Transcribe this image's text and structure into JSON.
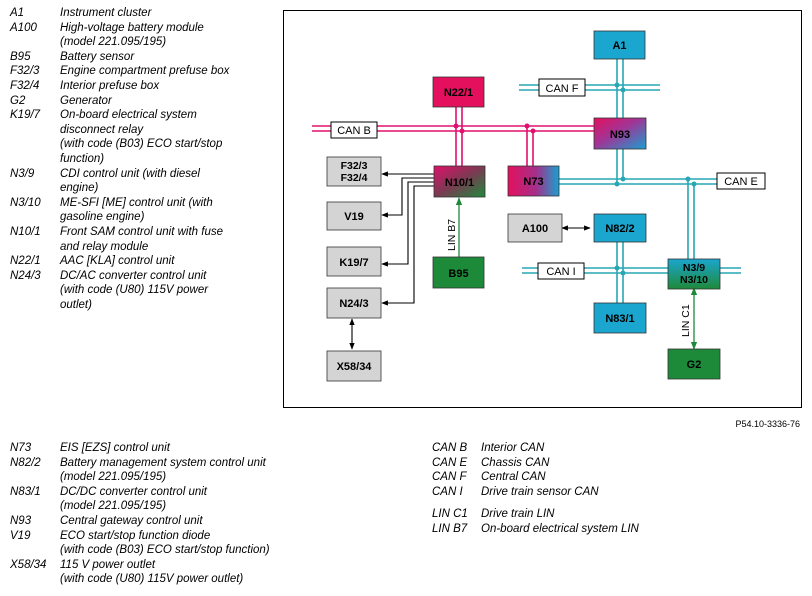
{
  "legend_left": [
    {
      "code": "A1",
      "desc": [
        "Instrument cluster"
      ]
    },
    {
      "code": "A100",
      "desc": [
        "High-voltage battery module",
        "(model 221.095/195)"
      ]
    },
    {
      "code": "B95",
      "desc": [
        "Battery sensor"
      ]
    },
    {
      "code": "F32/3",
      "desc": [
        "Engine compartment prefuse box"
      ]
    },
    {
      "code": "F32/4",
      "desc": [
        "Interior prefuse box"
      ]
    },
    {
      "code": "G2",
      "desc": [
        "Generator"
      ]
    },
    {
      "code": "K19/7",
      "desc": [
        "On-board electrical system",
        "disconnect relay",
        "(with code (B03) ECO start/stop",
        "function)"
      ]
    },
    {
      "code": "N3/9",
      "desc": [
        "CDI control unit (with diesel",
        "engine)"
      ]
    },
    {
      "code": "N3/10",
      "desc": [
        "ME-SFI [ME] control unit (with",
        "gasoline engine)"
      ]
    },
    {
      "code": "N10/1",
      "desc": [
        "Front SAM control unit with fuse",
        "and relay module"
      ]
    },
    {
      "code": "N22/1",
      "desc": [
        "AAC [KLA] control unit"
      ]
    },
    {
      "code": "N24/3",
      "desc": [
        "DC/AC converter control unit",
        "(with code (U80) 115V power",
        "outlet)"
      ]
    }
  ],
  "legend_bottom_left": [
    {
      "code": "N73",
      "desc": [
        "EIS [EZS] control unit"
      ]
    },
    {
      "code": "N82/2",
      "desc": [
        "Battery management system control unit",
        "(model 221.095/195)"
      ]
    },
    {
      "code": "N83/1",
      "desc": [
        "DC/DC converter control unit",
        "(model 221.095/195)"
      ]
    },
    {
      "code": "N93",
      "desc": [
        "Central gateway control unit"
      ]
    },
    {
      "code": "V19",
      "desc": [
        "ECO start/stop function diode",
        "(with code (B03) ECO start/stop function)"
      ]
    },
    {
      "code": "X58/34",
      "desc": [
        "115 V power outlet",
        "(with code (U80) 115V power outlet)"
      ]
    }
  ],
  "legend_bottom_right_can": [
    {
      "code": "CAN B",
      "desc": [
        "Interior CAN"
      ]
    },
    {
      "code": "CAN E",
      "desc": [
        "Chassis CAN"
      ]
    },
    {
      "code": "CAN F",
      "desc": [
        "Central CAN"
      ]
    },
    {
      "code": "CAN I",
      "desc": [
        "Drive train sensor CAN"
      ]
    }
  ],
  "legend_bottom_right_lin": [
    {
      "code": "LIN C1",
      "desc": [
        "Drive train LIN"
      ]
    },
    {
      "code": "LIN B7",
      "desc": [
        "On-board electrical system LIN"
      ]
    }
  ],
  "figure_ref": "P54.10-3336-76",
  "diagram": {
    "modules": {
      "a1": "A1",
      "n22_1": "N22/1",
      "n93": "N93",
      "f32": [
        "F32/3",
        "F32/4"
      ],
      "n10_1": "N10/1",
      "n73": "N73",
      "v19": "V19",
      "a100": "A100",
      "n82_2": "N82/2",
      "k19_7": "K19/7",
      "b95": "B95",
      "n3": [
        "N3/9",
        "N3/10"
      ],
      "n24_3": "N24/3",
      "n83_1": "N83/1",
      "x58_34": "X58/34",
      "g2": "G2"
    },
    "bus_labels": {
      "can_f": "CAN F",
      "can_b": "CAN B",
      "can_e": "CAN E",
      "can_i": "CAN I",
      "lin_b7": "LIN B7",
      "lin_c1": "LIN C1"
    },
    "colors": {
      "can_b": "#e0106e",
      "can_cyan": "#27a7b4",
      "gray_box": "#d4d4d4",
      "green_box": "#1d8a3a",
      "blue_box": "#1aa6cf",
      "magenta_box": "#e4105e"
    }
  }
}
